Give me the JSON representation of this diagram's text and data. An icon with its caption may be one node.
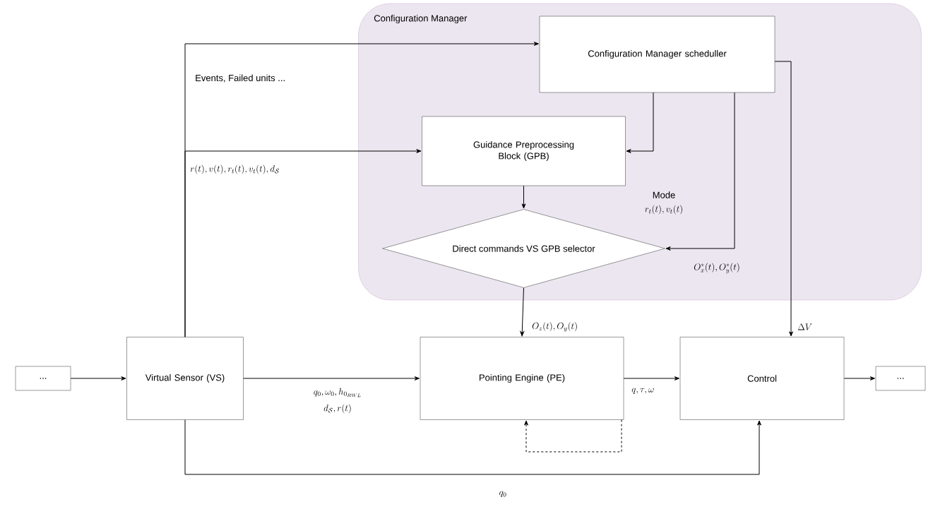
{
  "diagram": {
    "nodes": [
      {
        "text": [
          "Configuration Manager"
        ]
      },
      {
        "text": [
          "Configuration Manager scheduller"
        ],
        "in": 0
      },
      {
        "text": [
          "Guidance Preprocessing Block (GPB)"
        ],
        "in": 0
      },
      {
        "text": [
          "Direct commands VS GPB selector"
        ],
        "in": 0
      },
      {
        "text": [
          "..."
        ]
      },
      {
        "text": [
          "Virtual Sensor (VS)"
        ]
      },
      {
        "text": [
          "Pointing Engine (PE)"
        ]
      },
      {
        "text": [
          "Control"
        ]
      },
      {
        "text": [
          "..."
        ]
      }
    ],
    "edges": [
      {
        "from": 5,
        "to": 1,
        "arrow": "to",
        "label": "Events, Failed units ..."
      },
      {
        "from": 5,
        "to": 2,
        "arrow": "to",
        "label": "r(t), v(t), r_t(t), v_t(t), d_{\\mathcal{S}}"
      },
      {
        "from": 1,
        "to": 2,
        "arrow": "to"
      },
      {
        "from": 1,
        "to": 3,
        "arrow": "to",
        "label": "O^*_x(t), O^*_y(t)"
      },
      {
        "from": 2,
        "to": 3,
        "arrow": "to"
      },
      {
        "from": 3,
        "to": 6,
        "arrow": "to",
        "label": "O_z(t), O_y(t)"
      },
      {
        "from": 1,
        "to": 7,
        "arrow": "to",
        "label": "\\Delta V"
      },
      {
        "from": 4,
        "to": 5,
        "arrow": "to"
      },
      {
        "from": 5,
        "to": 6,
        "arrow": "to",
        "label": "q_0, \\omega_0, h_{0_{RWL}}"
      },
      {
        "from": 6,
        "to": 7,
        "arrow": "to",
        "label": "q, \\tau, \\omega"
      },
      {
        "from": 6,
        "to": 6,
        "arrow": "to",
        "style": "dashed"
      },
      {
        "from": 5,
        "to": 7,
        "arrow": "to",
        "label": "q_0"
      },
      {
        "from": 7,
        "to": 8,
        "arrow": "to"
      }
    ],
    "labels": [
      "Mode",
      "r_t(t), v_t(t)",
      "d_{\\mathcal{S}}, r(t)"
    ]
  }
}
